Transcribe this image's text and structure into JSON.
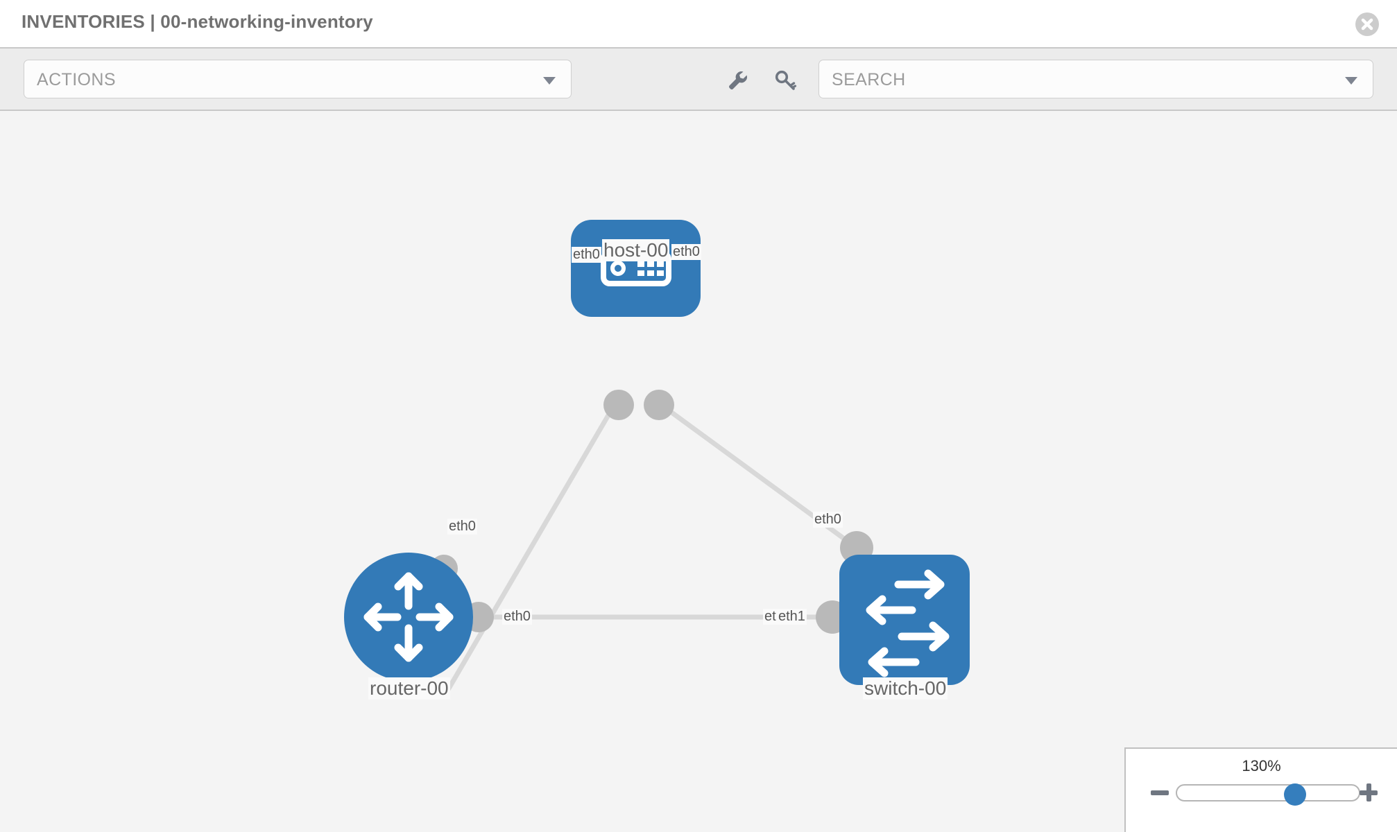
{
  "header": {
    "title": "INVENTORIES | 00-networking-inventory",
    "close_icon": "close-circle-icon"
  },
  "toolbar": {
    "actions_label": "ACTIONS",
    "actions_caret": "chevron-down-icon",
    "wrench_icon": "wrench-icon",
    "key_icon": "key-icon",
    "search_placeholder": "SEARCH",
    "search_caret": "chevron-down-icon"
  },
  "topology": {
    "nodes": [
      {
        "id": "host-00",
        "label": "host-00",
        "type": "host",
        "icon": "server-icon",
        "shape": "rounded-rect",
        "color": "#337ab7"
      },
      {
        "id": "router-00",
        "label": "router-00",
        "type": "router",
        "icon": "router-arrows-icon",
        "shape": "circle",
        "color": "#337ab7"
      },
      {
        "id": "switch-00",
        "label": "switch-00",
        "type": "switch",
        "icon": "switch-arrows-icon",
        "shape": "rounded-rect",
        "color": "#337ab7"
      }
    ],
    "interfaces": {
      "host_left": "eth0",
      "host_right": "eth0",
      "router_upper": "eth0",
      "router_right": "eth0",
      "switch_upper": "eth0",
      "switch_left_a": "eth",
      "switch_left_b": "eth1"
    },
    "links": [
      {
        "from": "host-00",
        "from_iface": "eth0",
        "to": "router-00",
        "to_iface": "eth0"
      },
      {
        "from": "host-00",
        "from_iface": "eth0",
        "to": "switch-00",
        "to_iface": "eth0"
      },
      {
        "from": "router-00",
        "from_iface": "eth0",
        "to": "switch-00",
        "to_iface": "eth1"
      }
    ],
    "edge_color": "#d8d8d8",
    "connector_color": "#b9b9b9",
    "background": "#f4f4f4"
  },
  "zoom_control": {
    "percent": "130%",
    "minus_label": "minus-icon",
    "plus_label": "plus-icon",
    "slider_value": 130,
    "slider_min": 0,
    "slider_max": 200
  }
}
